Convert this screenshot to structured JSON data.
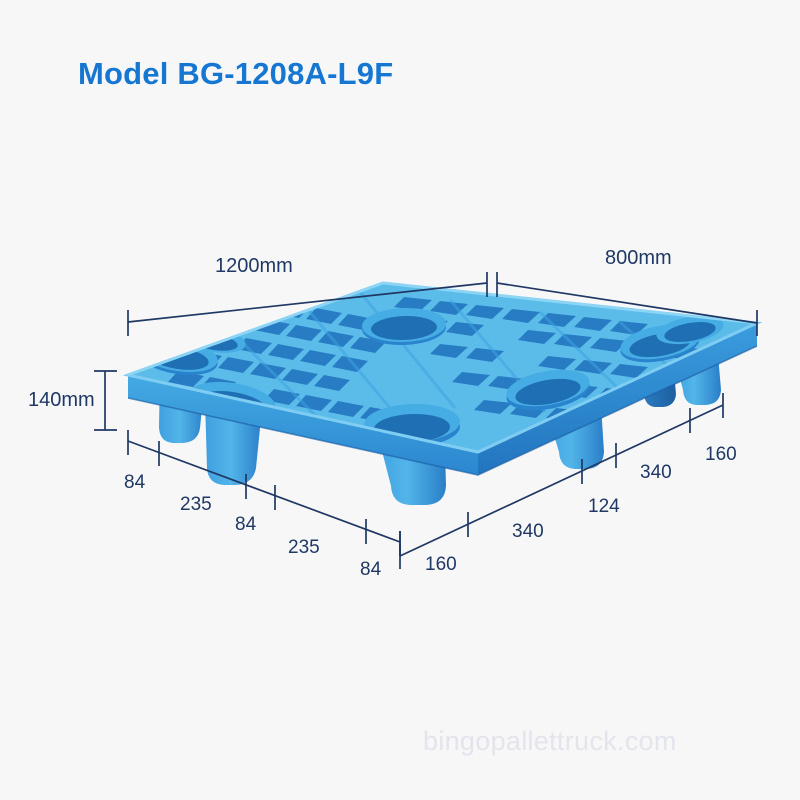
{
  "page": {
    "background_color": "#f7f7f8",
    "title_color": "#1677d2",
    "dimension_color": "#1f3864",
    "watermark_color": "#e3e4ec"
  },
  "header": {
    "title": "Model BG-1208A-L9F"
  },
  "watermark": {
    "text": "bingopallettruck.com"
  },
  "product": {
    "name": "nine-leg plastic pallet",
    "deck_color_top": "#5bbcea",
    "deck_color_side": "#2f90d8",
    "deck_color_shadow": "#1b5fa6",
    "deck_color_inner": "#2277c4",
    "leg_count": 9
  },
  "dimensions": {
    "length": {
      "label": "1200mm",
      "value": 1200,
      "unit": "mm",
      "axis": "length"
    },
    "width": {
      "label": "800mm",
      "value": 800,
      "unit": "mm",
      "axis": "width"
    },
    "height": {
      "label": "140mm",
      "value": 140,
      "unit": "mm",
      "axis": "height"
    },
    "front_chain": {
      "axis": "length",
      "segments": [
        "84",
        "235",
        "84",
        "235",
        "84"
      ]
    },
    "side_chain": {
      "axis": "width",
      "segments": [
        "160",
        "340",
        "124",
        "340",
        "160"
      ]
    }
  }
}
